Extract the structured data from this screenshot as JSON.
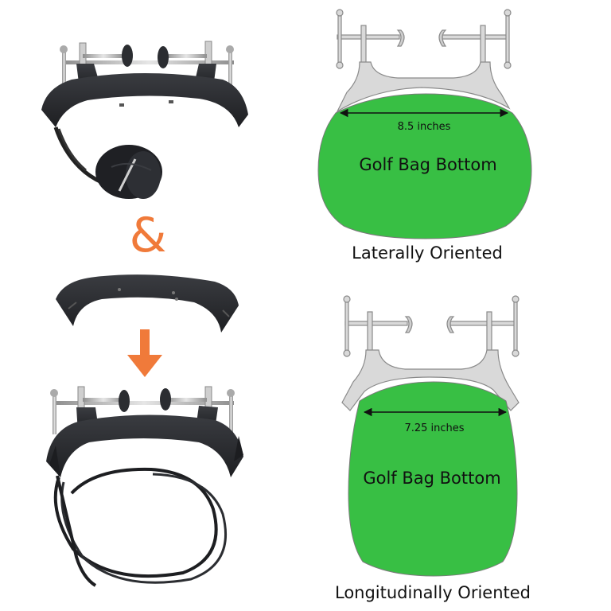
{
  "ampersand": "&",
  "top_diagram": {
    "measurement": "8.5 inches",
    "bag_label": "Golf Bag Bottom",
    "caption": "Laterally Oriented"
  },
  "bottom_diagram": {
    "measurement": "7.25 inches",
    "bag_label": "Golf Bag Bottom",
    "caption": "Longitudinally Oriented"
  },
  "colors": {
    "bag_green": "#38bf44",
    "mount_gray": "#d9d9d9",
    "mount_outline": "#9a9a9a",
    "product_black": "#2b2d31",
    "metal": "#b8b8b8",
    "accent_orange": "#f07a3a"
  }
}
